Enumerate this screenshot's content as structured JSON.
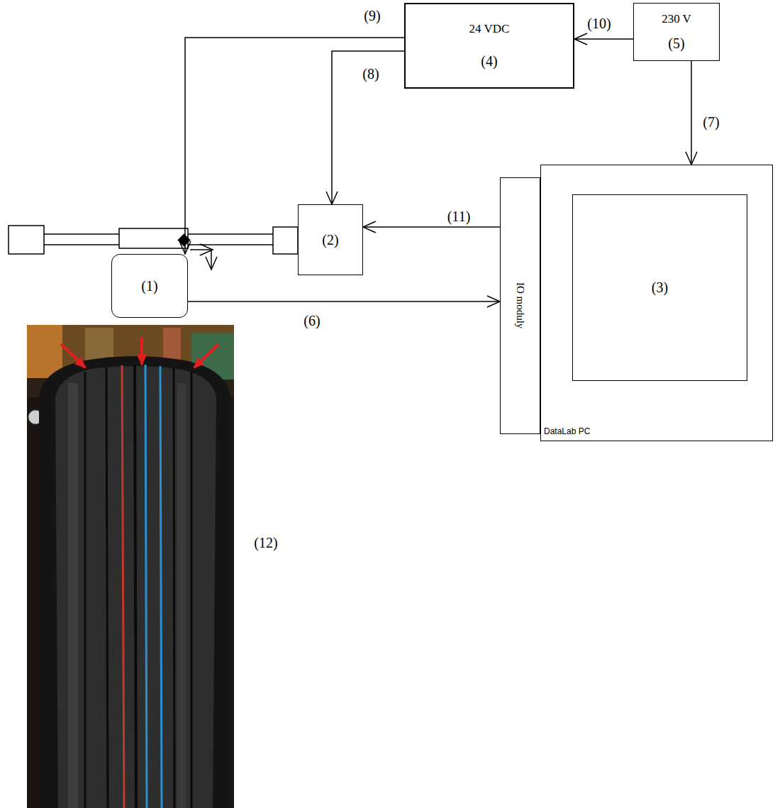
{
  "diagram": {
    "nodes": [
      {
        "text": [
          "24 VDC",
          "(4)"
        ]
      },
      {
        "text": [
          "230 V",
          "(5)"
        ]
      },
      {
        "text": [
          "(2)"
        ]
      },
      {
        "text": [
          "DataLab PC"
        ]
      },
      {
        "text": [
          "(3)"
        ],
        "in": 3
      },
      {
        "text": [
          "IO moduly"
        ]
      },
      {
        "text": [
          "(1)"
        ]
      }
    ],
    "edges": [
      {
        "from": 1,
        "to": 0,
        "arrow": "to",
        "label": "(10)"
      },
      {
        "from": 1,
        "to": 3,
        "arrow": "to",
        "label": "(7)"
      },
      {
        "from": 0,
        "to": 6,
        "arrow": "to",
        "label": "(9)"
      },
      {
        "from": 0,
        "to": 2,
        "arrow": "to",
        "label": "(8)"
      },
      {
        "from": 5,
        "to": 2,
        "arrow": "to",
        "label": "(11)"
      },
      {
        "from": 6,
        "to": 5,
        "arrow": "to",
        "label": "(6)"
      }
    ],
    "labels": [
      "(12)"
    ]
  }
}
